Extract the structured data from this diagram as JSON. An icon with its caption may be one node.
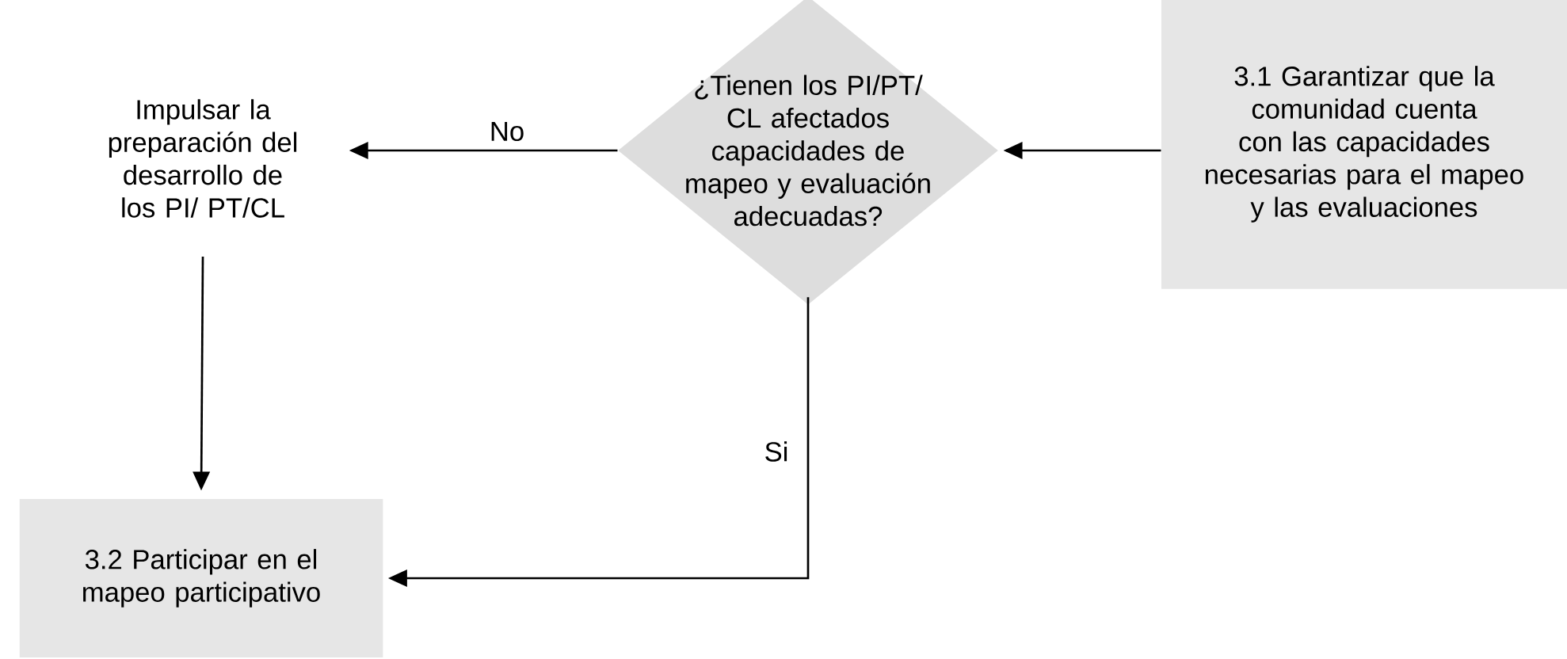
{
  "diagram": {
    "nodes": [
      {
        "text": [
          "3.1 Garantizar que la comunidad cuenta con las capacidades necesarias para el mapeo y las evaluaciones"
        ]
      },
      {
        "text": [
          "¿Tienen los PI/PT/ CL afectados capacidades de mapeo y evaluación adecuadas?"
        ]
      },
      {
        "text": [
          "Impulsar la preparación del desarrollo de los PI/ PT/CL"
        ]
      },
      {
        "text": [
          "3.2 Participar en el mapeo participativo"
        ]
      }
    ],
    "edges": [
      {
        "from": 0,
        "to": 1,
        "arrow": "to"
      },
      {
        "from": 1,
        "to": 2,
        "arrow": "to",
        "label": "No"
      },
      {
        "from": 2,
        "to": 3,
        "arrow": "to"
      },
      {
        "from": 1,
        "to": 3,
        "arrow": "to",
        "label": "Si"
      }
    ]
  }
}
